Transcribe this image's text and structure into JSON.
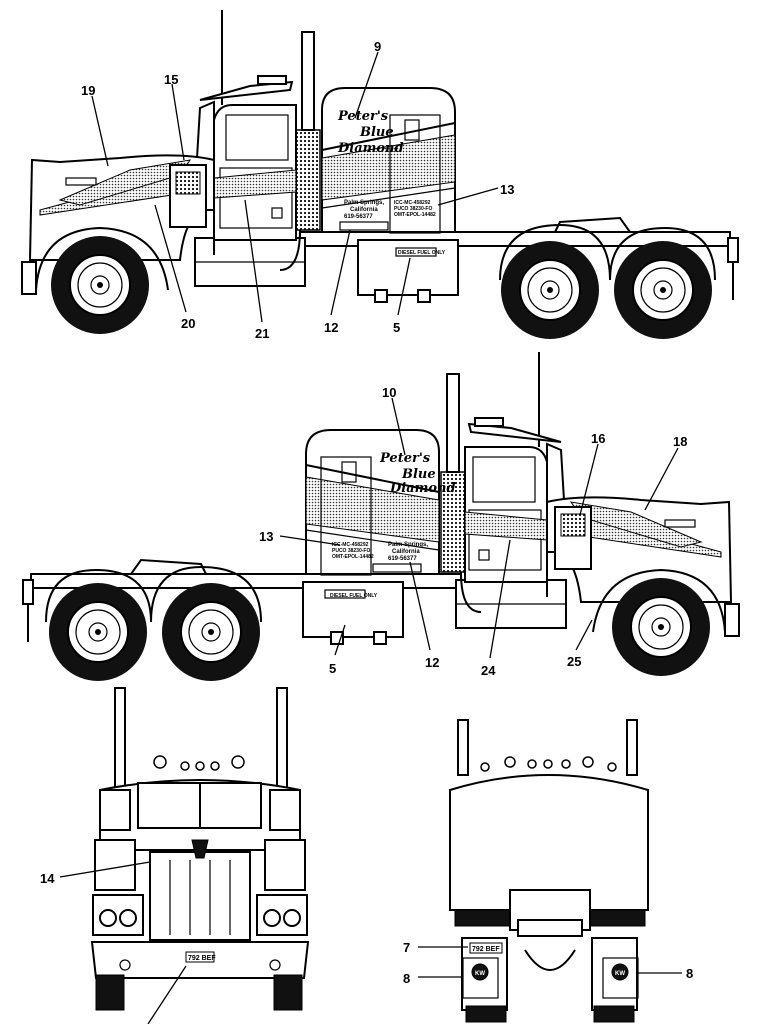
{
  "callouts": {
    "top": [
      "9",
      "15",
      "19",
      "20",
      "21",
      "12",
      "5",
      "13"
    ],
    "middle": [
      "10",
      "16",
      "18",
      "13",
      "12",
      "5",
      "24",
      "25"
    ],
    "front": [
      "14"
    ],
    "rear": [
      "7",
      "8",
      "8"
    ]
  },
  "livery": {
    "owner": "Peter's",
    "name_line1": "Blue",
    "name_line2": "Diamond",
    "city": "Palm Springs,",
    "state": "California",
    "phone": "619-56377",
    "permits": [
      "ICC-MC-458292",
      "PUCO 38230-FO",
      "OMT-EPOL-14482"
    ],
    "fuel_tank": "DIESEL FUEL ONLY",
    "license_plate": "792 BEF",
    "logo": "KW"
  }
}
